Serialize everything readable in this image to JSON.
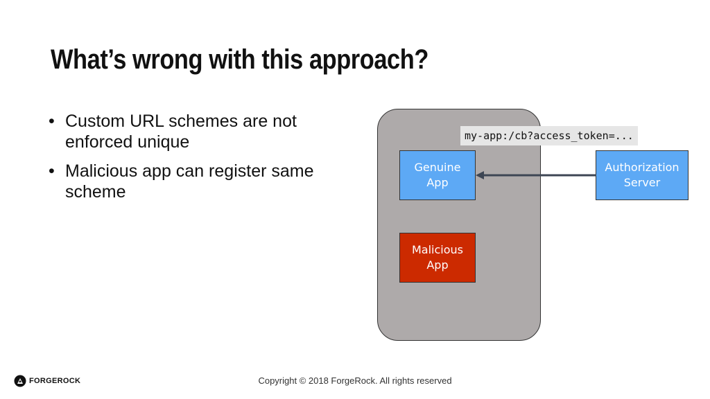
{
  "slide": {
    "title": "What’s wrong with this approach?",
    "bullets": [
      {
        "text": "Custom URL schemes are not enforced unique"
      },
      {
        "text": "Malicious app can register same scheme"
      }
    ],
    "bullet_marker": "•"
  },
  "diagram": {
    "genuine_app": "Genuine\nApp",
    "authorization_server": "Authorization\nServer",
    "malicious_app": "Malicious\nApp",
    "redirect_url": "my-app:/cb?access_token=...",
    "colors": {
      "app_box": "#5da9f5",
      "malicious_box": "#cc2a00",
      "device": "#aeaaaa",
      "arrow": "#3d4654"
    }
  },
  "footer": {
    "logo_text": "FORGEROCK",
    "copyright": "Copyright © 2018 ForgeRock. All rights reserved"
  }
}
